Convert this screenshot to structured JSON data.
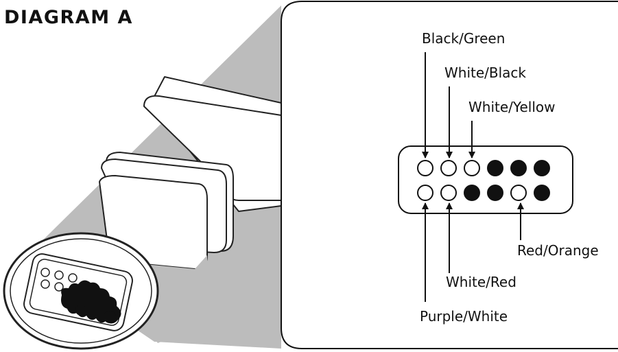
{
  "title": "DIAGRAM A",
  "labels": {
    "black_green": "Black/Green",
    "white_black": "White/Black",
    "white_yellow": "White/Yellow",
    "red_orange": "Red/Orange",
    "white_red": "White/Red",
    "purple_white": "Purple/White"
  },
  "pins": {
    "top_row": [
      "open",
      "open",
      "open",
      "filled",
      "filled",
      "filled"
    ],
    "bottom_row": [
      "open",
      "open",
      "filled",
      "filled",
      "open",
      "filled"
    ]
  }
}
